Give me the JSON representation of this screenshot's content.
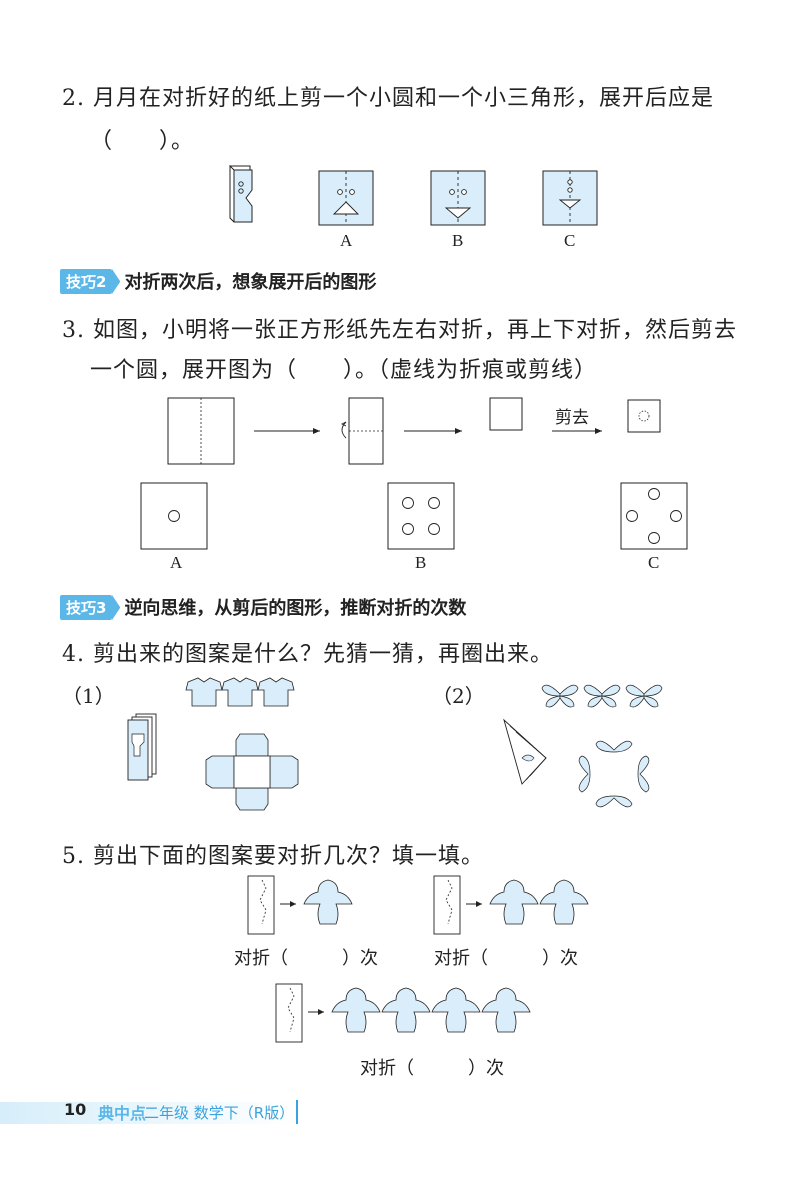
{
  "q2": {
    "line1": "2. 月月在对折好的纸上剪一个小圆和一个小三角形，展开后应是",
    "line2": "（　　）。",
    "options": [
      "A",
      "B",
      "C"
    ]
  },
  "tip2": {
    "badge": "技巧2",
    "text": "对折两次后，想象展开后的图形"
  },
  "q3": {
    "line1": "3. 如图，小明将一张正方形纸先左右对折，再上下对折，然后剪去",
    "line2": "一个圆，展开图为（　　）。（虚线为折痕或剪线）",
    "cut_label": "剪去",
    "options": [
      "A",
      "B",
      "C"
    ]
  },
  "tip3": {
    "badge": "技巧3",
    "text": "逆向思维，从剪后的图形，推断对折的次数"
  },
  "q4": {
    "line1": "4. 剪出来的图案是什么？先猜一猜，再圈出来。",
    "part1": "（1）",
    "part2": "（2）"
  },
  "q5": {
    "line1": "5. 剪出下面的图案要对折几次？填一填。",
    "fill_a": "对折（　　　）次",
    "fill_b": "对折（　　　）次",
    "fill_c": "对折（　　　）次"
  },
  "footer": {
    "page": "10",
    "brand": "典中点",
    "title": "二年级 数学下（R版）"
  },
  "colors": {
    "accent": "#5bb7e8",
    "paper": "#d9eefa"
  }
}
